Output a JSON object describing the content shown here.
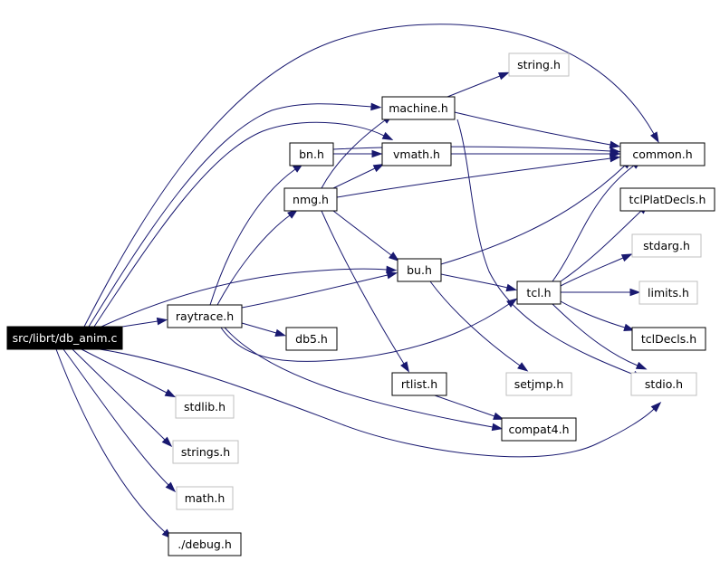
{
  "colors": {
    "edge": "#191970",
    "root_fill": "#000000",
    "root_text": "#ffffff",
    "node_border": "#000000",
    "external_border": "#bfbfbf",
    "node_fill": "#ffffff",
    "node_text": "#000000"
  },
  "nodes": [
    {
      "id": "db_anim",
      "label": "src/librt/db_anim.c",
      "kind": "root"
    },
    {
      "id": "raytrace",
      "label": "raytrace.h",
      "kind": "local"
    },
    {
      "id": "machine",
      "label": "machine.h",
      "kind": "local"
    },
    {
      "id": "string",
      "label": "string.h",
      "kind": "external"
    },
    {
      "id": "common",
      "label": "common.h",
      "kind": "local"
    },
    {
      "id": "bn",
      "label": "bn.h",
      "kind": "local"
    },
    {
      "id": "vmath",
      "label": "vmath.h",
      "kind": "local"
    },
    {
      "id": "nmg",
      "label": "nmg.h",
      "kind": "local"
    },
    {
      "id": "tclPlatDecls",
      "label": "tclPlatDecls.h",
      "kind": "local"
    },
    {
      "id": "stdarg",
      "label": "stdarg.h",
      "kind": "external"
    },
    {
      "id": "bu",
      "label": "bu.h",
      "kind": "local"
    },
    {
      "id": "tcl",
      "label": "tcl.h",
      "kind": "local"
    },
    {
      "id": "limits",
      "label": "limits.h",
      "kind": "external"
    },
    {
      "id": "db5",
      "label": "db5.h",
      "kind": "local"
    },
    {
      "id": "tclDecls",
      "label": "tclDecls.h",
      "kind": "local"
    },
    {
      "id": "rtlist",
      "label": "rtlist.h",
      "kind": "local"
    },
    {
      "id": "setjmp",
      "label": "setjmp.h",
      "kind": "external"
    },
    {
      "id": "stdio",
      "label": "stdio.h",
      "kind": "external"
    },
    {
      "id": "stdlib",
      "label": "stdlib.h",
      "kind": "external"
    },
    {
      "id": "compat4",
      "label": "compat4.h",
      "kind": "local"
    },
    {
      "id": "strings",
      "label": "strings.h",
      "kind": "external"
    },
    {
      "id": "math",
      "label": "math.h",
      "kind": "external"
    },
    {
      "id": "debug",
      "label": "./debug.h",
      "kind": "local"
    }
  ],
  "edges": [
    [
      "db_anim",
      "raytrace"
    ],
    [
      "db_anim",
      "common"
    ],
    [
      "db_anim",
      "machine"
    ],
    [
      "db_anim",
      "vmath"
    ],
    [
      "db_anim",
      "bu"
    ],
    [
      "db_anim",
      "stdio"
    ],
    [
      "db_anim",
      "stdlib"
    ],
    [
      "db_anim",
      "strings"
    ],
    [
      "db_anim",
      "math"
    ],
    [
      "db_anim",
      "debug"
    ],
    [
      "raytrace",
      "bn"
    ],
    [
      "raytrace",
      "nmg"
    ],
    [
      "raytrace",
      "bu"
    ],
    [
      "raytrace",
      "db5"
    ],
    [
      "raytrace",
      "tcl"
    ],
    [
      "raytrace",
      "compat4"
    ],
    [
      "machine",
      "string"
    ],
    [
      "machine",
      "common"
    ],
    [
      "machine",
      "stdio"
    ],
    [
      "bn",
      "vmath"
    ],
    [
      "bn",
      "common"
    ],
    [
      "vmath",
      "common"
    ],
    [
      "nmg",
      "machine"
    ],
    [
      "nmg",
      "vmath"
    ],
    [
      "nmg",
      "common"
    ],
    [
      "nmg",
      "bu"
    ],
    [
      "nmg",
      "rtlist"
    ],
    [
      "bu",
      "common"
    ],
    [
      "bu",
      "tcl"
    ],
    [
      "bu",
      "setjmp"
    ],
    [
      "tcl",
      "tclPlatDecls"
    ],
    [
      "tcl",
      "stdarg"
    ],
    [
      "tcl",
      "limits"
    ],
    [
      "tcl",
      "tclDecls"
    ],
    [
      "tcl",
      "stdio"
    ],
    [
      "tcl",
      "common"
    ],
    [
      "rtlist",
      "compat4"
    ]
  ]
}
